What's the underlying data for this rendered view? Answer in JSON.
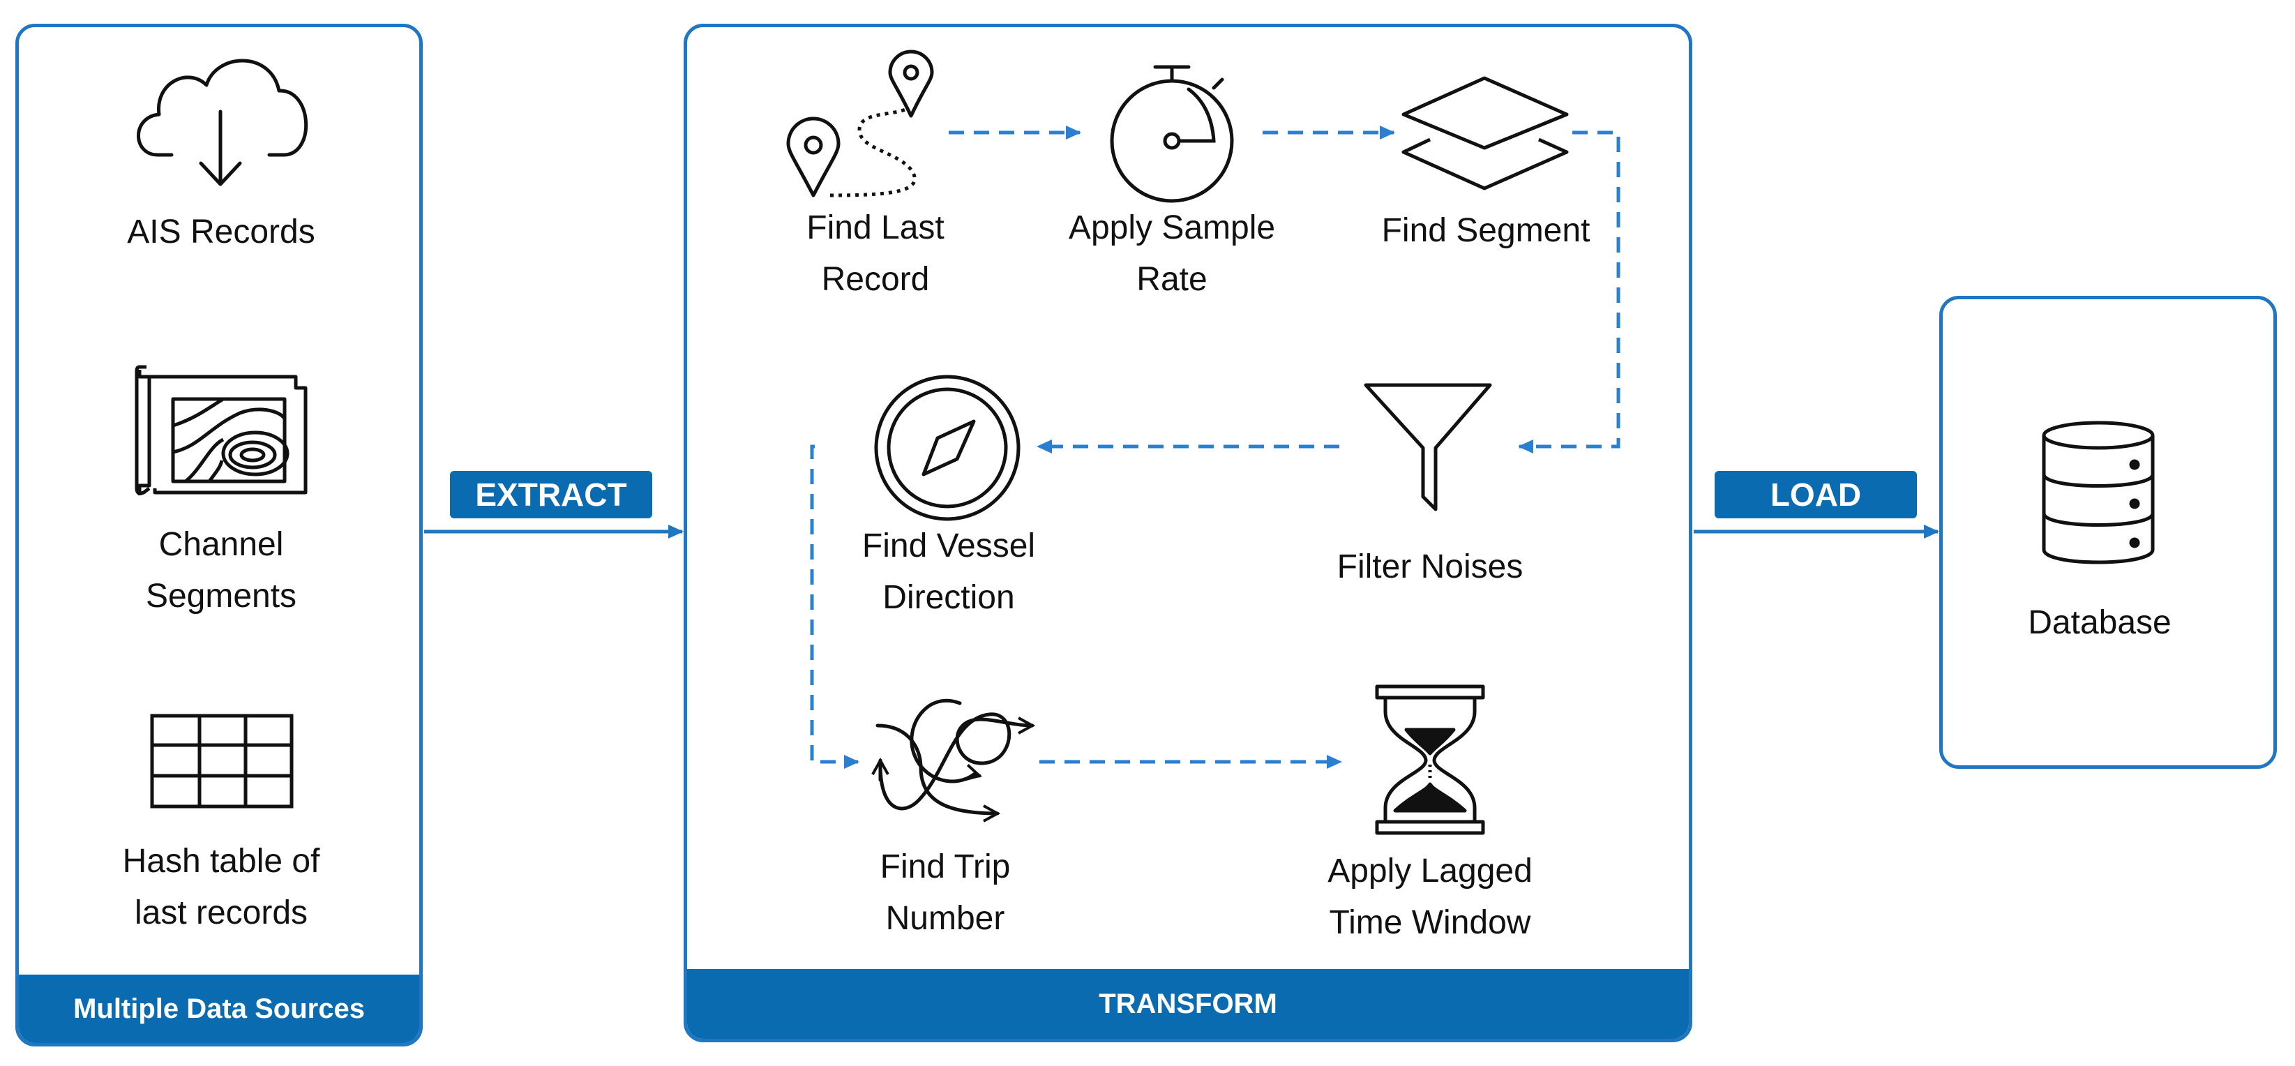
{
  "sources_panel": {
    "footer": "Multiple Data Sources",
    "items": [
      {
        "label": "AIS Records",
        "icon": "cloud-download-icon"
      },
      {
        "label": "Channel\nSegments",
        "icon": "topographic-map-icon"
      },
      {
        "label": "Hash table of\nlast records",
        "icon": "table-grid-icon"
      }
    ]
  },
  "transform_panel": {
    "footer": "TRANSFORM",
    "steps": [
      {
        "label": "Find Last\nRecord",
        "icon": "route-pins-icon"
      },
      {
        "label": "Apply Sample\nRate",
        "icon": "stopwatch-icon"
      },
      {
        "label": "Find Segment",
        "icon": "layers-icon"
      },
      {
        "label": "Filter Noises",
        "icon": "funnel-icon"
      },
      {
        "label": "Find Vessel\nDirection",
        "icon": "compass-icon"
      },
      {
        "label": "Find Trip\nNumber",
        "icon": "crossing-arrows-icon"
      },
      {
        "label": "Apply Lagged\nTime Window",
        "icon": "hourglass-icon"
      }
    ]
  },
  "load_panel": {
    "items": [
      {
        "label": "Database",
        "icon": "database-icon"
      }
    ]
  },
  "connectors": {
    "extract_label": "EXTRACT",
    "load_label": "LOAD"
  },
  "colors": {
    "accent": "#1f76c2",
    "footer": "#0a6bb0",
    "dashed_arrow": "#2a7fd0"
  }
}
